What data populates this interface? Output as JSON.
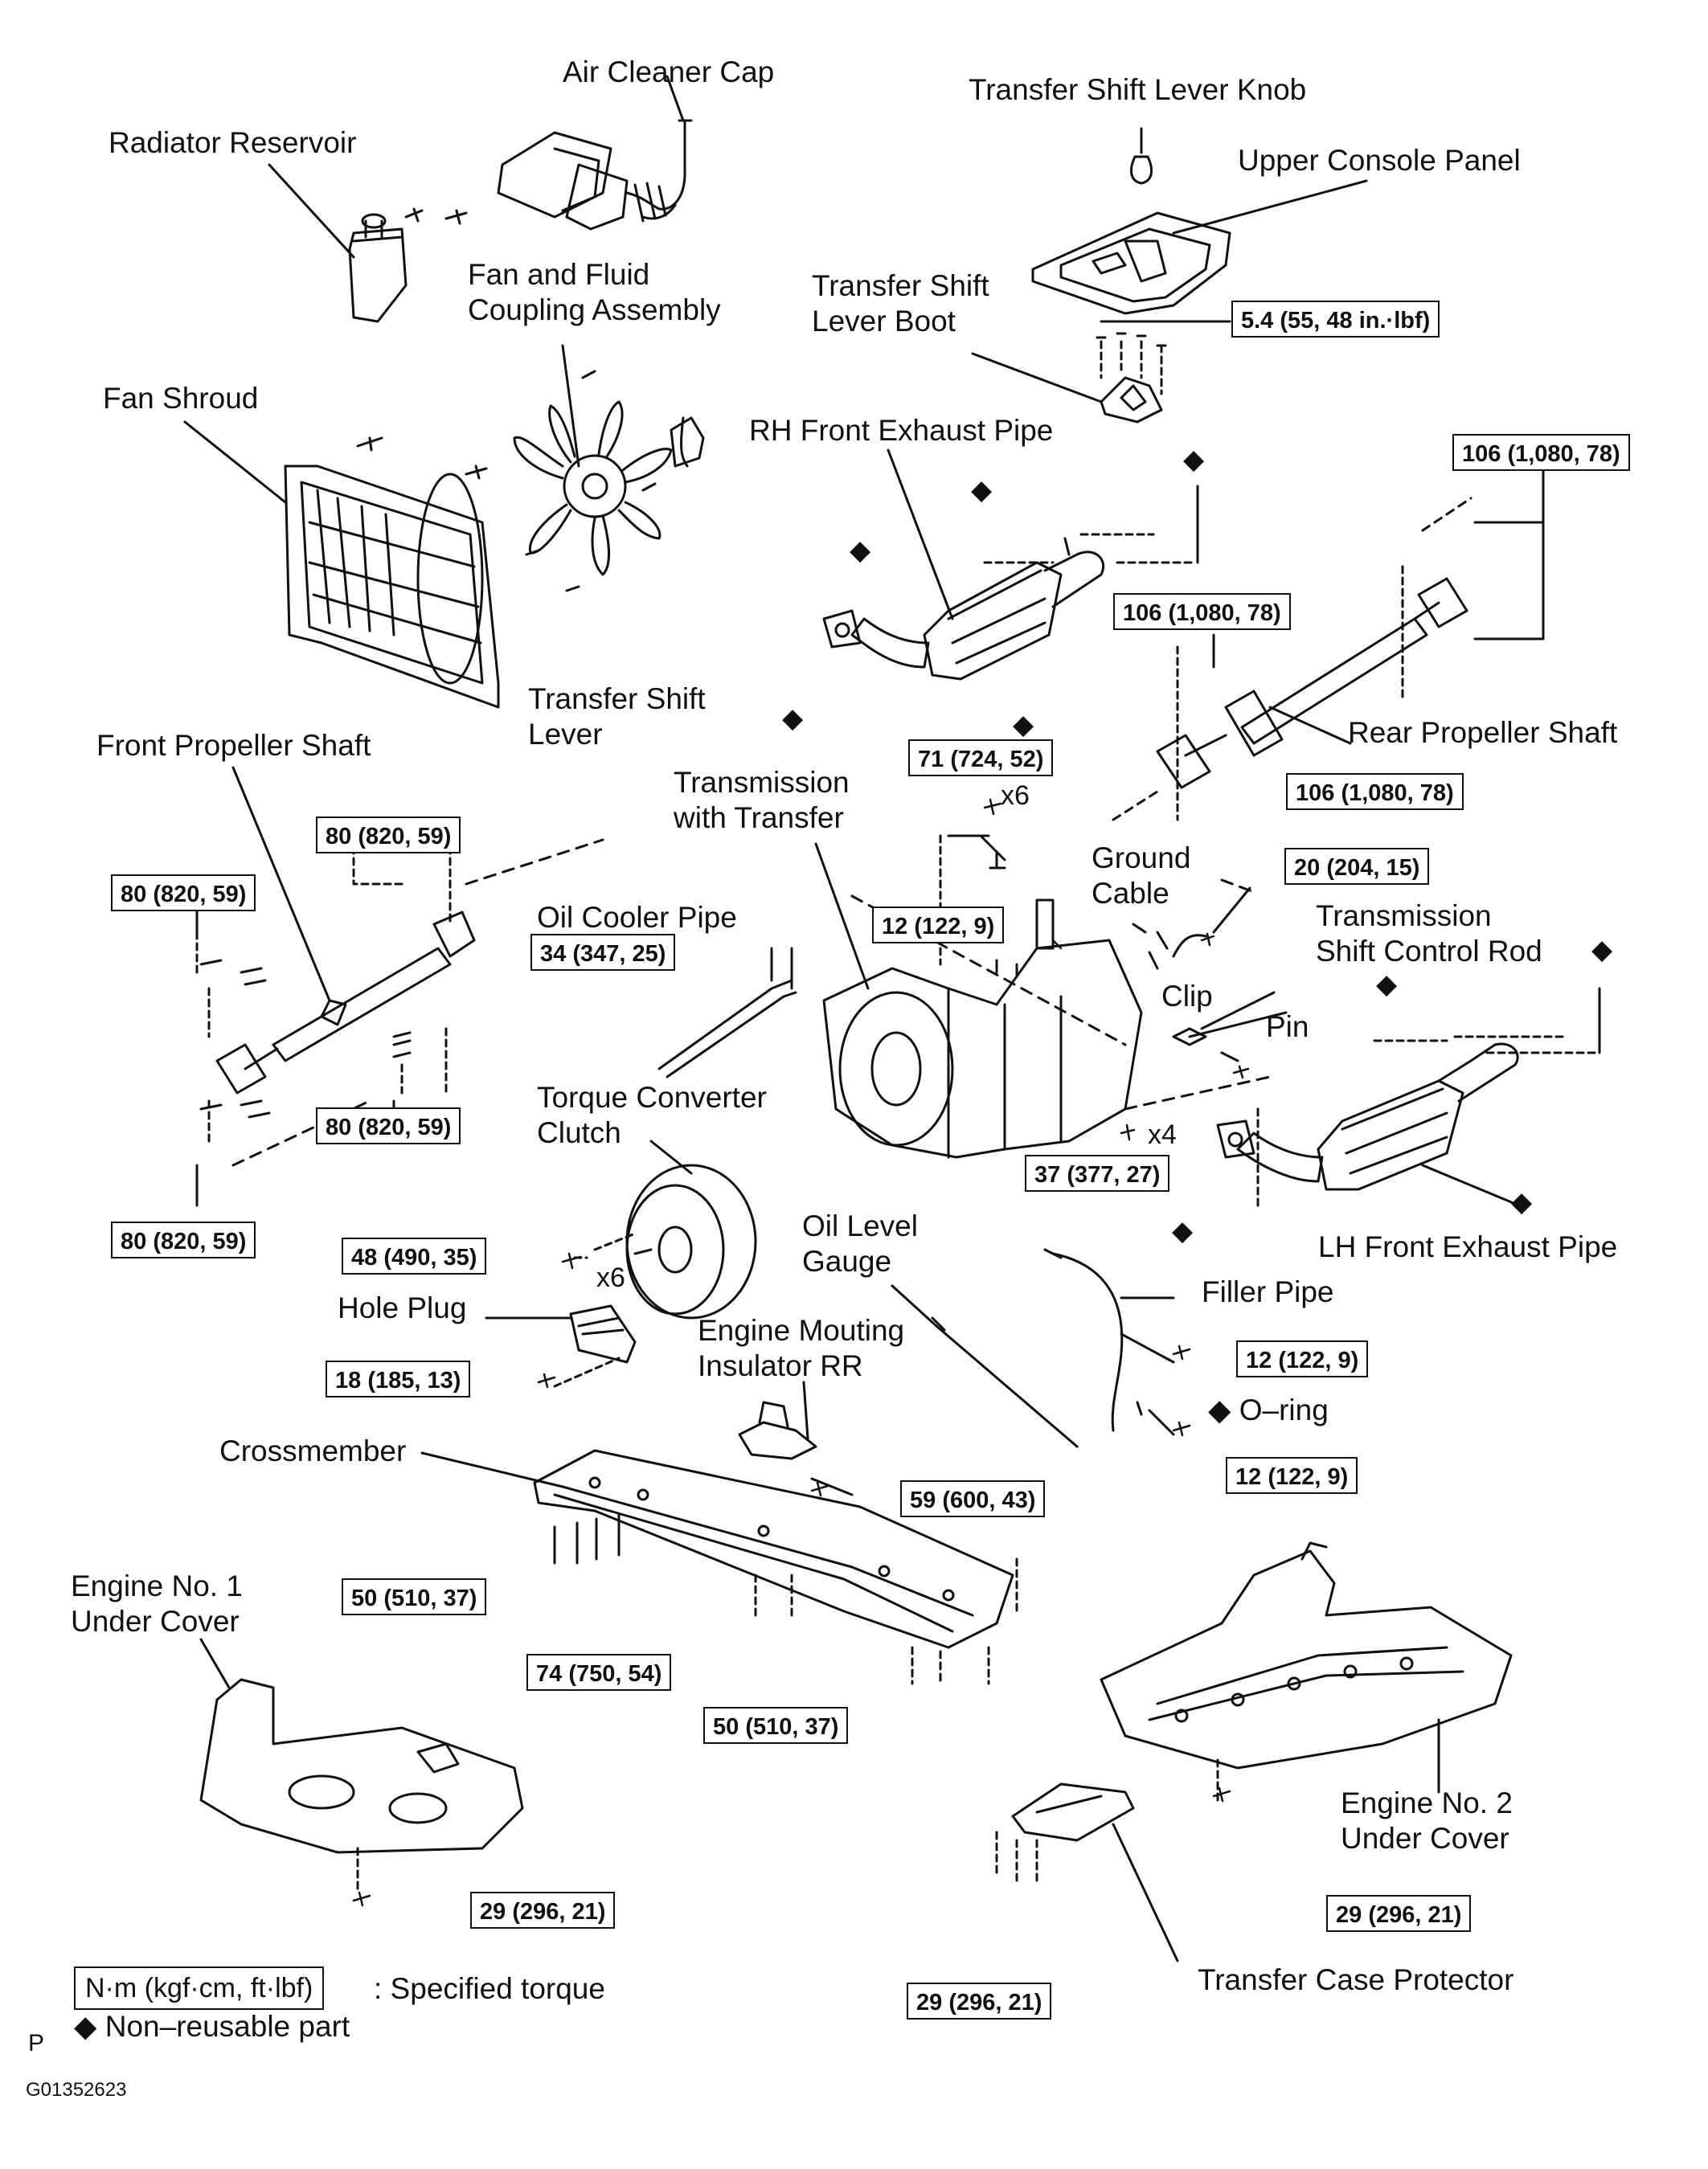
{
  "parts": {
    "air_cleaner_cap": "Air Cleaner Cap",
    "transfer_shift_lever_knob": "Transfer Shift Lever Knob",
    "radiator_reservoir": "Radiator Reservoir",
    "upper_console_panel": "Upper Console Panel",
    "fan_fluid_coupling": [
      "Fan and Fluid",
      "Coupling Assembly"
    ],
    "transfer_shift_lever_boot": [
      "Transfer Shift",
      "Lever Boot"
    ],
    "fan_shroud": "Fan Shroud",
    "rh_front_exhaust_pipe": "RH Front Exhaust Pipe",
    "transfer_shift_lever": [
      "Transfer Shift",
      "Lever"
    ],
    "rear_propeller_shaft": "Rear Propeller Shaft",
    "front_propeller_shaft": "Front Propeller Shaft",
    "transmission_with_transfer": [
      "Transmission",
      "with Transfer"
    ],
    "ground_cable": [
      "Ground",
      "Cable"
    ],
    "transmission_shift_control_rod": [
      "Transmission",
      "Shift Control Rod"
    ],
    "oil_cooler_pipe": "Oil Cooler Pipe",
    "clip": "Clip",
    "pin": "Pin",
    "torque_converter_clutch": [
      "Torque Converter",
      "Clutch"
    ],
    "lh_front_exhaust_pipe": "LH Front Exhaust Pipe",
    "oil_level_gauge": [
      "Oil Level",
      "Gauge"
    ],
    "filler_pipe": "Filler Pipe",
    "hole_plug": "Hole Plug",
    "engine_mounting_insulator": [
      "Engine Mouting",
      "Insulator RR"
    ],
    "o_ring": "O–ring",
    "crossmember": "Crossmember",
    "engine_no1_under_cover": [
      "Engine No. 1",
      "Under Cover"
    ],
    "engine_no2_under_cover": [
      "Engine No. 2",
      "Under Cover"
    ],
    "transfer_case_protector": "Transfer Case Protector"
  },
  "torques": {
    "boot_bolts": "5.4 (55, 48 in.·lbf)",
    "rear_shaft_top": "106 (1,080, 78)",
    "rear_shaft_mid": "106 (1,080, 78)",
    "rear_shaft_bottom": "106 (1,080, 78)",
    "trans_bolts": "71 (724, 52)",
    "front_shaft_top_right": "80 (820, 59)",
    "front_shaft_top_left": "80 (820, 59)",
    "front_shaft_mid_right": "80 (820, 59)",
    "front_shaft_bottom_left": "80 (820, 59)",
    "ground_cable": "20 (204, 15)",
    "shift_lever": "12 (122, 9)",
    "oil_cooler": "34 (347, 25)",
    "trans_lower": "37 (377, 27)",
    "converter": "48 (490, 35)",
    "filler_upper": "12 (122, 9)",
    "filler_lower": "12 (122, 9)",
    "hole_plug": "18 (185, 13)",
    "insulator": "59 (600, 43)",
    "crossmember_left": "50 (510, 37)",
    "crossmember_mid": "74 (750, 54)",
    "crossmember_right": "50 (510, 37)",
    "cover1": "29 (296, 21)",
    "cover2": "29 (296, 21)",
    "protector": "29 (296, 21)"
  },
  "multipliers": {
    "trans_bolts": "x6",
    "trans_lower": "x4",
    "converter": "x6"
  },
  "legend": {
    "torque_unit": "N·m (kgf·cm, ft·lbf)",
    "torque_desc": ": Specified torque",
    "nonreusable_symbol": "◆",
    "nonreusable_desc": "Non–reusable part"
  },
  "footer": {
    "letter": "P",
    "code": "G01352623"
  }
}
